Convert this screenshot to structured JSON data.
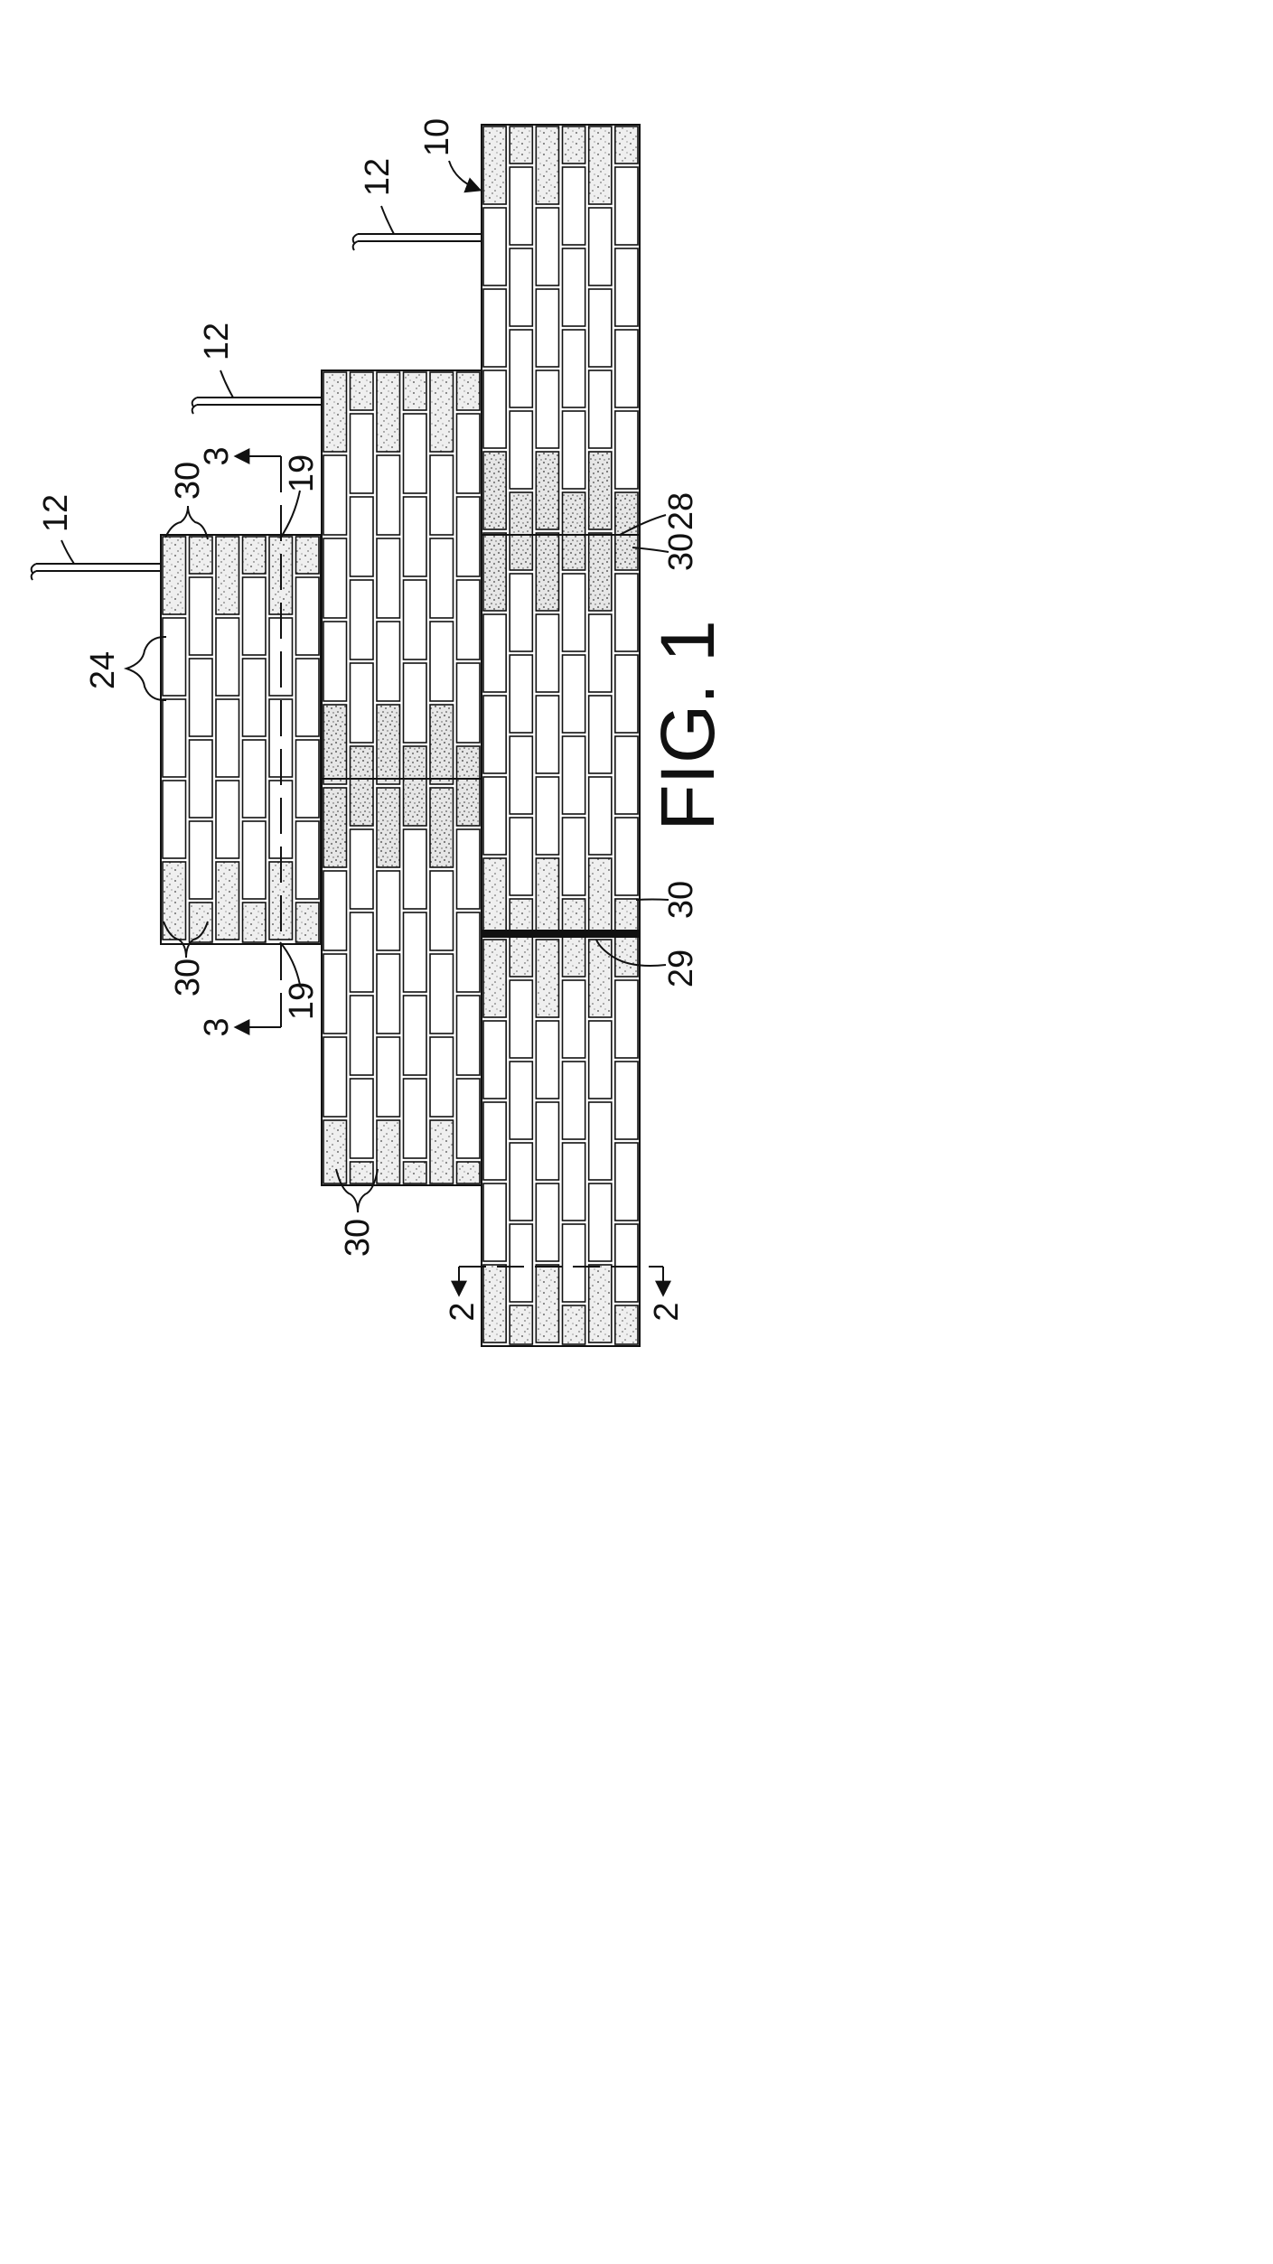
{
  "figure": {
    "caption": "FIG. 1",
    "labels": {
      "stack_ref": "10",
      "leads": [
        "12",
        "12",
        "12"
      ],
      "brick_pair": "24",
      "seam_top": "28",
      "seam_bottom": "29",
      "textured": [
        "30",
        "30",
        "30",
        "30",
        "30"
      ],
      "section_3_top": "3",
      "section_3_bottom": "3",
      "section_2_left": "2",
      "section_2_right": "2",
      "edge_19_top": "19",
      "edge_19_bottom": "19"
    }
  }
}
